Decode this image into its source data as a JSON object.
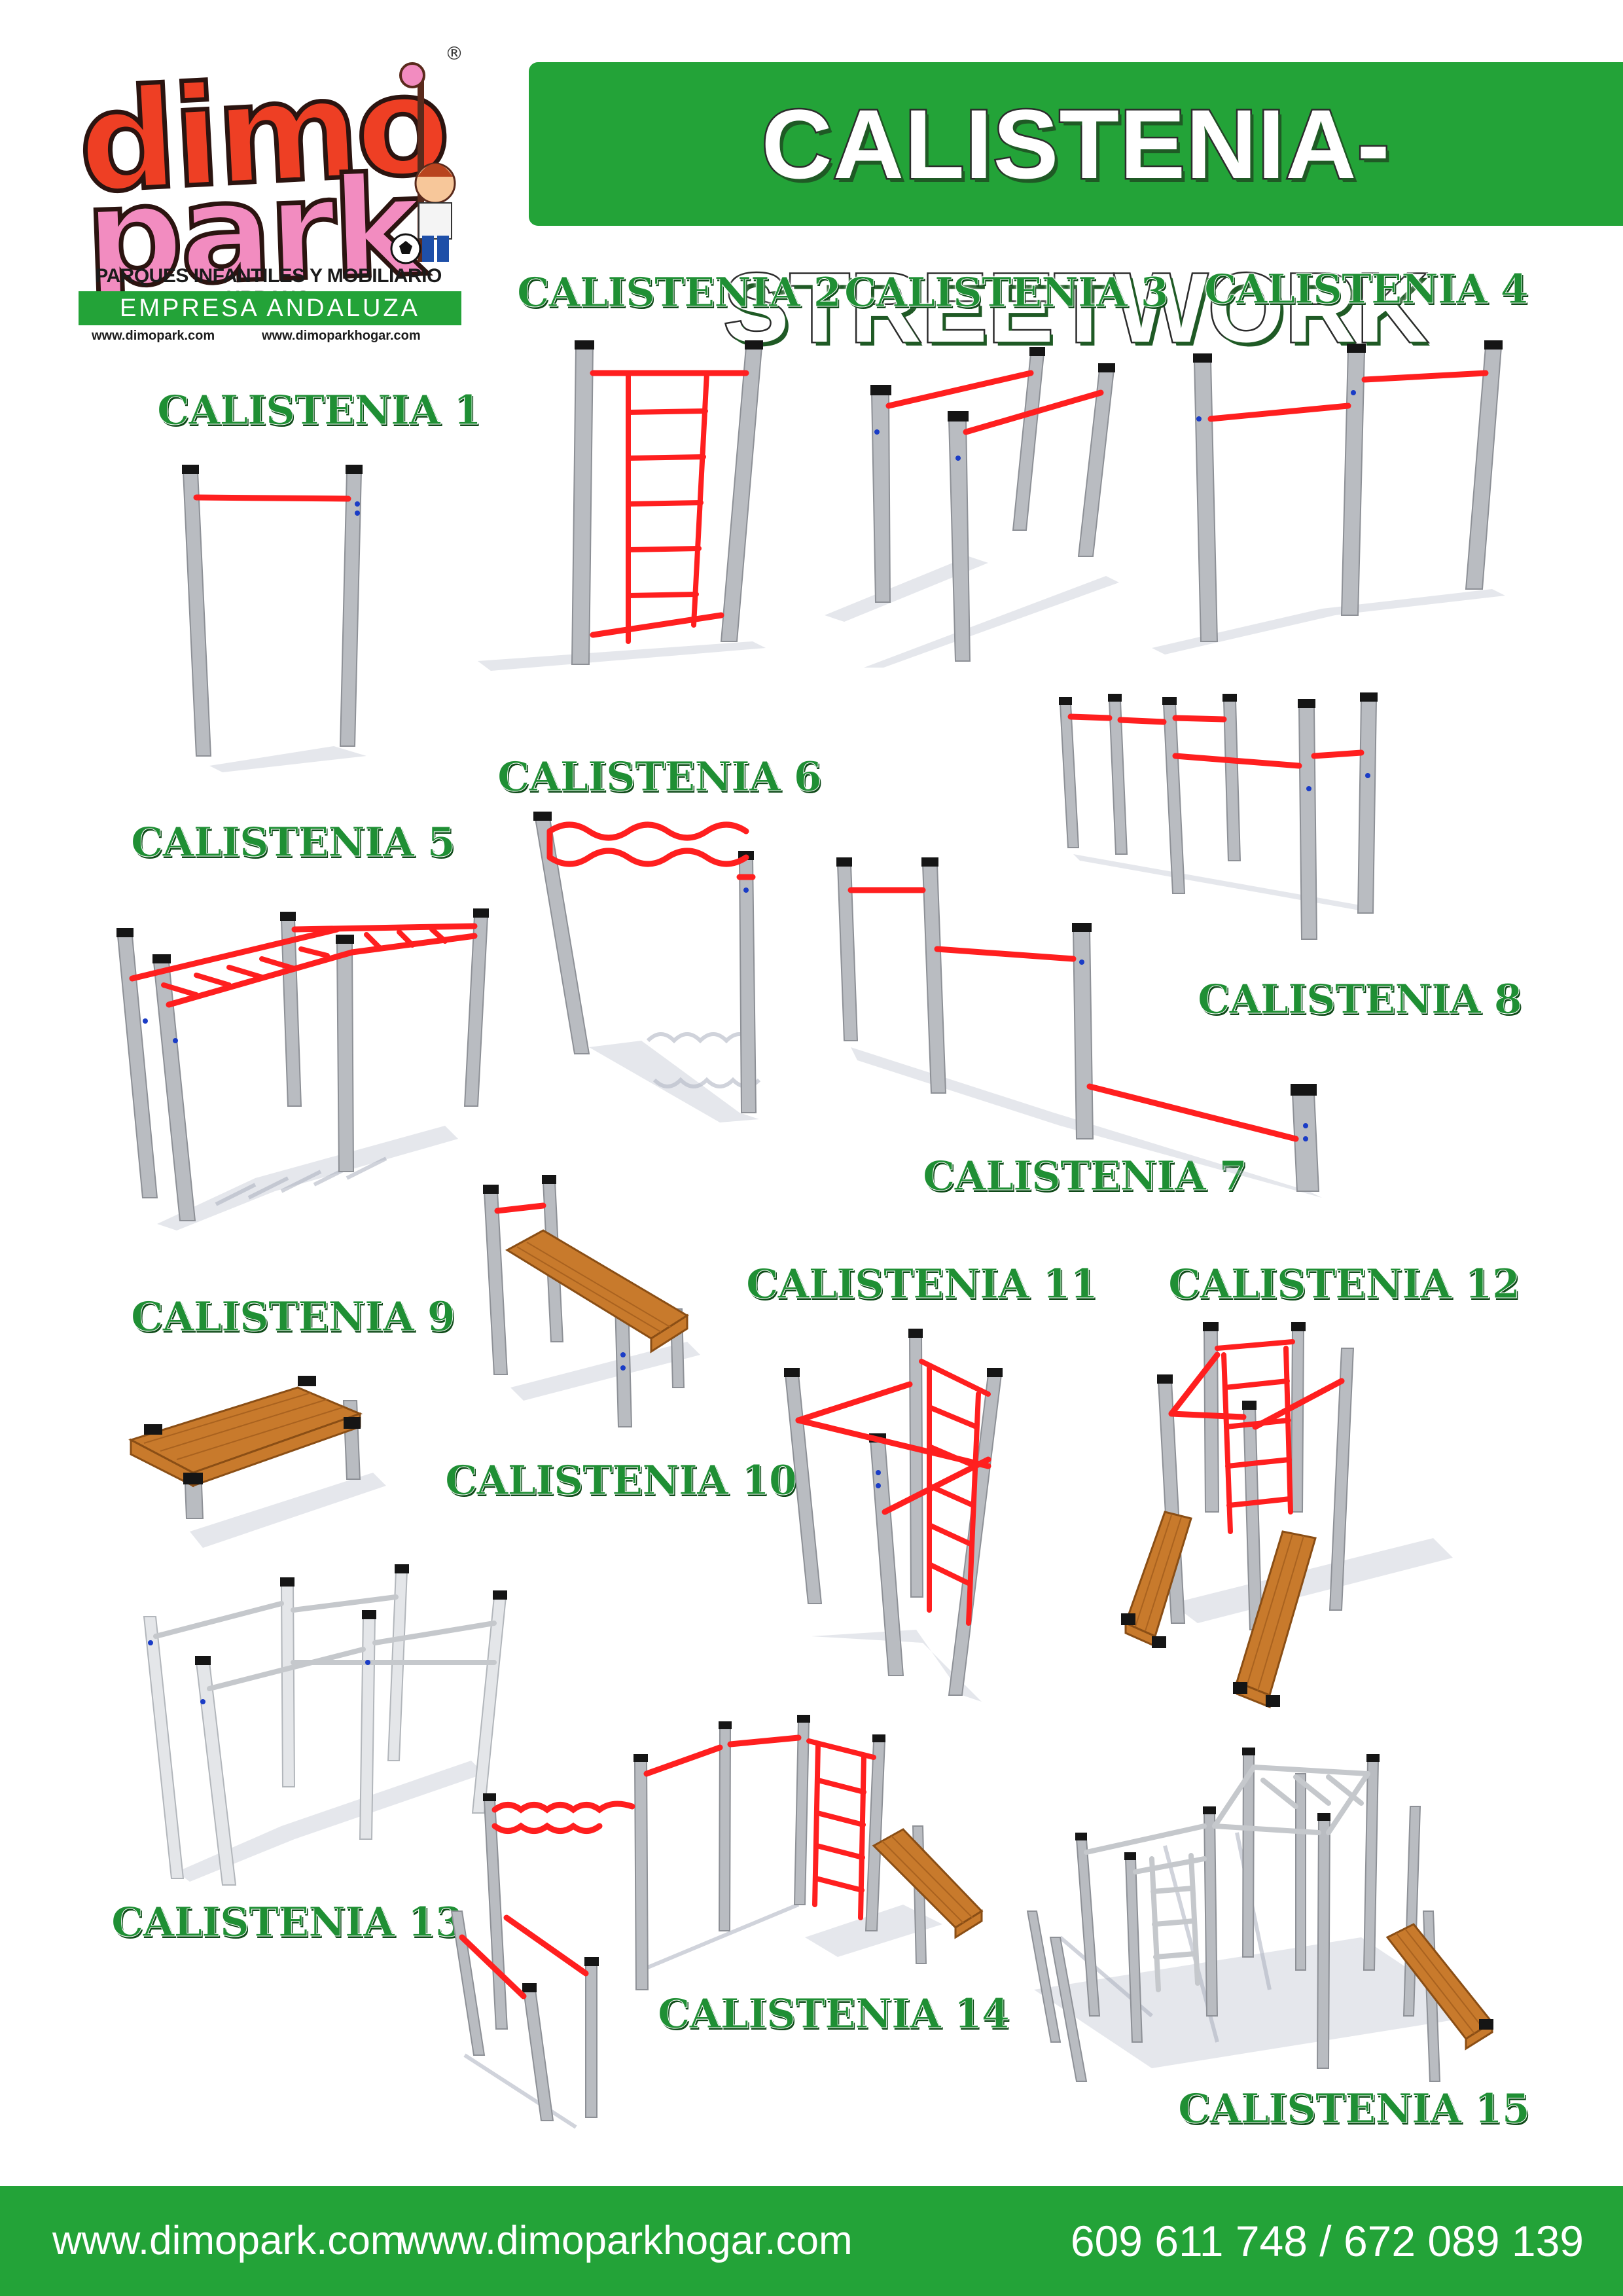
{
  "logo": {
    "line1": "dimo",
    "line2": "park",
    "registered": "®",
    "tagline": "PARQUES INFANTILES Y MOBILIARIO URBANO",
    "empresa": "EMPRESA ANDALUZA",
    "web1": "www.dimopark.com",
    "web2": "www.dimoparkhogar.com"
  },
  "header": {
    "title": "CALISTENIA-STREETWORK"
  },
  "products": [
    "CALISTENIA 1",
    "CALISTENIA 2",
    "CALISTENIA 3",
    "CALISTENIA 4",
    "CALISTENIA 5",
    "CALISTENIA 6",
    "CALISTENIA 7",
    "CALISTENIA 8",
    "CALISTENIA 9",
    "CALISTENIA 10",
    "CALISTENIA 11",
    "CALISTENIA 12",
    "CALISTENIA 13",
    "CALISTENIA 14",
    "CALISTENIA 15"
  ],
  "footer": {
    "web1": "www.dimopark.com",
    "web2": "www.dimoparkhogar.com",
    "phone": "609 611 748 / 672 089 139"
  },
  "colors": {
    "brand_green": "#23a338",
    "bar_red": "#ff1f1f",
    "post_grey": "#b9bcc1",
    "wood": "#c87a2c"
  }
}
